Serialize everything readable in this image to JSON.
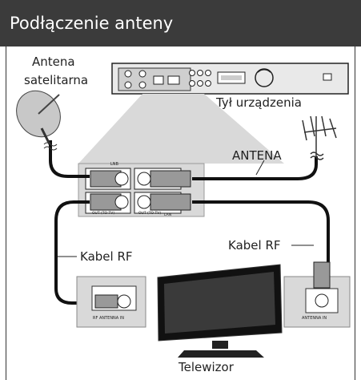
{
  "header": {
    "title": "Podłączenie anteny"
  },
  "labels": {
    "antenna_sat": [
      "Antena",
      "satelitarna"
    ],
    "device_rear": "Tył urządzenia",
    "antenna": "ANTENA",
    "rf_cable_left": "Kabel RF",
    "rf_cable_right": "Kabel RF",
    "tv": "Telewizor"
  },
  "connectors": {
    "lnb": "LNB",
    "out_to_tv": "OUT (TO TV)",
    "antenna_in": "ANTENNA IN",
    "rf_antenna_in": "RF ANTENNA IN",
    "lan": "LAN"
  },
  "colors": {
    "header_bg": "#3b3b3b",
    "panel_bg": "#d9d9d9",
    "cable": "#111111"
  }
}
